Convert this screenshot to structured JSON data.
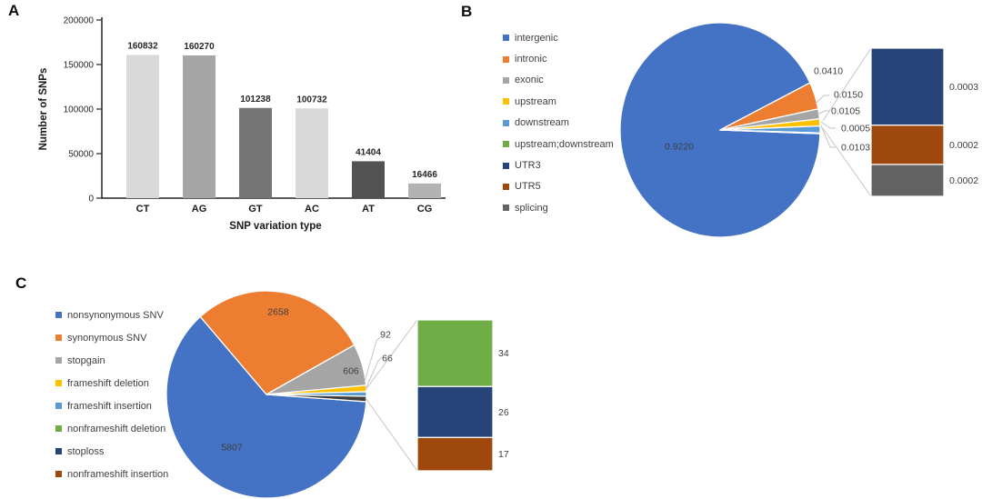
{
  "panels": {
    "a": {
      "letter": "A"
    },
    "b": {
      "letter": "B"
    },
    "c": {
      "letter": "C"
    }
  },
  "chart_data": [
    {
      "panel": "A",
      "type": "bar",
      "title": "",
      "xlabel": "SNP variation type",
      "ylabel": "Number of SNPs",
      "categories": [
        "CT",
        "AG",
        "GT",
        "AC",
        "AT",
        "CG"
      ],
      "values": [
        160832,
        160270,
        101238,
        100732,
        41404,
        16466
      ],
      "data_labels": [
        "160832",
        "160270",
        "101238",
        "100732",
        "41404",
        "16466"
      ],
      "bar_colors": [
        "#d9d9d9",
        "#a6a6a6",
        "#757575",
        "#d9d9d9",
        "#525252",
        "#b3b3b3"
      ],
      "ylim": [
        0,
        200000
      ],
      "yticks": [
        0,
        50000,
        100000,
        150000,
        200000
      ],
      "grid": false,
      "legend_position": "none"
    },
    {
      "panel": "B",
      "type": "pie",
      "subtype": "bar-of-pie",
      "title": "",
      "legend_position": "left",
      "slices": [
        {
          "label": "intergenic",
          "value": 0.922,
          "display": "0.9220",
          "color": "#4472c4"
        },
        {
          "label": "intronic",
          "value": 0.041,
          "display": "0.0410",
          "color": "#ed7d31"
        },
        {
          "label": "exonic",
          "value": 0.015,
          "display": "0.0150",
          "color": "#a5a5a5"
        },
        {
          "label": "upstream",
          "value": 0.0105,
          "display": "0.0105",
          "color": "#ffc000"
        },
        {
          "label": "downstream",
          "value": 0.0103,
          "display": "0.0103",
          "color": "#5b9bd5"
        },
        {
          "label": "upstream;downstream",
          "value": 0.0005,
          "display": "0.0005",
          "color": "#70ad47"
        },
        {
          "label": "UTR3",
          "value": 0.0003,
          "display": "0.0003",
          "color": "#264478",
          "in_breakout": true
        },
        {
          "label": "UTR5",
          "value": 0.0002,
          "display": "0.0002",
          "color": "#9e480e",
          "in_breakout": true
        },
        {
          "label": "splicing",
          "value": 0.0002,
          "display": "0.0002",
          "color": "#636363",
          "in_breakout": true
        }
      ]
    },
    {
      "panel": "C",
      "type": "pie",
      "subtype": "bar-of-pie",
      "title": "",
      "legend_position": "left",
      "slices": [
        {
          "label": "nonsynonymous SNV",
          "value": 5807,
          "display": "5807",
          "color": "#4472c4"
        },
        {
          "label": "synonymous SNV",
          "value": 2658,
          "display": "2658",
          "color": "#ed7d31"
        },
        {
          "label": "stopgain",
          "value": 606,
          "display": "606",
          "color": "#a5a5a5"
        },
        {
          "label": "frameshift deletion",
          "value": 92,
          "display": "92",
          "color": "#ffc000"
        },
        {
          "label": "frameshift insertion",
          "value": 66,
          "display": "66",
          "color": "#5b9bd5"
        },
        {
          "label": "nonframeshift deletion",
          "value": 34,
          "display": "34",
          "color": "#70ad47",
          "in_breakout": true
        },
        {
          "label": "stoploss",
          "value": 26,
          "display": "26",
          "color": "#264478",
          "in_breakout": true
        },
        {
          "label": "nonframeshift insertion",
          "value": 17,
          "display": "17",
          "color": "#9e480e",
          "in_breakout": true
        }
      ]
    }
  ]
}
